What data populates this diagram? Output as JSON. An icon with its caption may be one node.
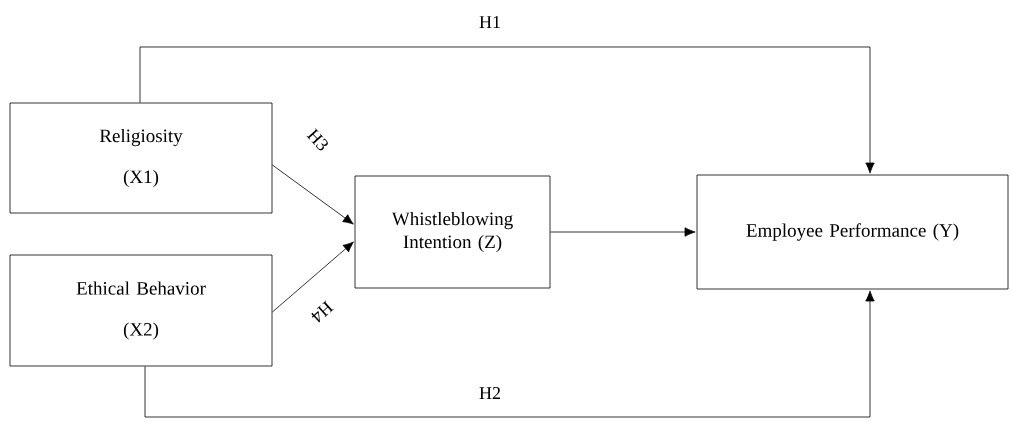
{
  "diagram": {
    "nodes": [
      {
        "text": [
          "Religiosity",
          "(X1)"
        ]
      },
      {
        "text": [
          "Ethical Behavior",
          "(X2)"
        ]
      },
      {
        "text": [
          "Whistleblowing Intention (Z)"
        ]
      },
      {
        "text": [
          "Employee Performance (Y)"
        ]
      }
    ],
    "edges": [
      {
        "from": 0,
        "to": 3,
        "arrow": "to",
        "label": "H1"
      },
      {
        "from": 1,
        "to": 3,
        "arrow": "to",
        "label": "H2"
      },
      {
        "from": 0,
        "to": 2,
        "arrow": "to",
        "label": "H3"
      },
      {
        "from": 1,
        "to": 2,
        "arrow": "to",
        "label": "H4"
      },
      {
        "from": 2,
        "to": 3,
        "arrow": "to"
      }
    ]
  }
}
